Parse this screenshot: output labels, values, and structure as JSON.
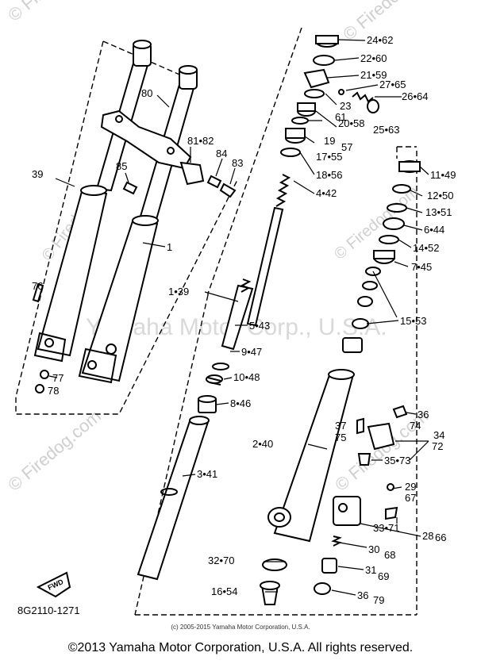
{
  "watermarks": {
    "site": "© Firedog.com",
    "maker": "Yamaha Motor Corp., U.S.A."
  },
  "diagram_code": "8G2110-1271",
  "fwd_label": "FWD",
  "callouts": {
    "c24_62": "24•62",
    "c22_60": "22•60",
    "c21_59": "21•59",
    "c27_65": "27•65",
    "c26_64": "26•64",
    "c23": "23",
    "c61": "61",
    "c20_58": "20•58",
    "c25_63": "25•63",
    "c19": "19",
    "c57": "57",
    "c17_55": "17•55",
    "c18_56": "18•56",
    "c4_42": "4•42",
    "c11_49": "11•49",
    "c12_50": "12•50",
    "c13_51": "13•51",
    "c6_44": "6•44",
    "c14_52": "14•52",
    "c7_45": "7•45",
    "c15_53": "15•53",
    "c5_43": "5•43",
    "c1_39": "1•39",
    "c9_47": "9•47",
    "c10_48": "10•48",
    "c8_46": "8•46",
    "c3_41": "3•41",
    "c2_40": "2•40",
    "c32_70": "32•70",
    "c16_54": "16•54",
    "c36": "36",
    "c74": "74",
    "c37": "37",
    "c75": "75",
    "c34": "34",
    "c72": "72",
    "c35_73": "35•73",
    "c29": "29",
    "c67": "67",
    "c33_71": "33•71",
    "c28": "28",
    "c66": "66",
    "c30": "30",
    "c68": "68",
    "c31": "31",
    "c69": "69",
    "c36b": "36",
    "c79": "79",
    "c80": "80",
    "c81_82": "81•82",
    "c84": "84",
    "c85": "85",
    "c83": "83",
    "c39": "39",
    "c1": "1",
    "c76": "76",
    "c77": "77",
    "c78": "78"
  },
  "footer": {
    "small": "(c) 2005-2015 Yamaha Motor Corporation, U.S.A.",
    "copyright": "©2013 Yamaha Motor Corporation, U.S.A. All rights reserved."
  }
}
